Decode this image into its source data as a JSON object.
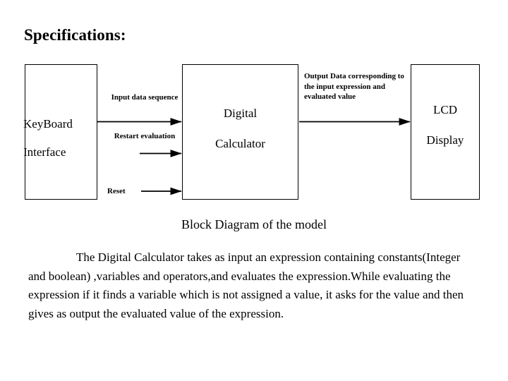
{
  "slide": {
    "title": "Specifications:",
    "caption": "Block Diagram of the model",
    "body": "The Digital Calculator  takes as input an expression containing constants(Integer and boolean) ,variables and operators,and evaluates the expression.While evaluating the expression if it finds a variable which is not assigned a value, it asks for the value and then gives as output the evaluated value of the expression.",
    "background_color": "#ffffff",
    "ink_color": "#000000"
  },
  "diagram": {
    "type": "block-diagram",
    "blocks": [
      {
        "id": "keyboard",
        "line1": "KeyBoard",
        "line2": "Interface"
      },
      {
        "id": "digital-calculator",
        "line1": "Digital",
        "line2": "Calculator"
      },
      {
        "id": "lcd",
        "line1": "LCD",
        "line2": "Display"
      }
    ],
    "arrows": [
      {
        "id": "input-data",
        "label": "Input data sequence",
        "from": "keyboard",
        "to": "digital-calculator"
      },
      {
        "id": "restart-evaluation",
        "label": "Restart evaluation",
        "from": "keyboard",
        "to": "digital-calculator"
      },
      {
        "id": "reset",
        "label": "Reset",
        "from": "keyboard",
        "to": "digital-calculator"
      },
      {
        "id": "output-data",
        "label": "Output Data corresponding to the input expression and evaluated value",
        "from": "digital-calculator",
        "to": "lcd"
      }
    ]
  }
}
